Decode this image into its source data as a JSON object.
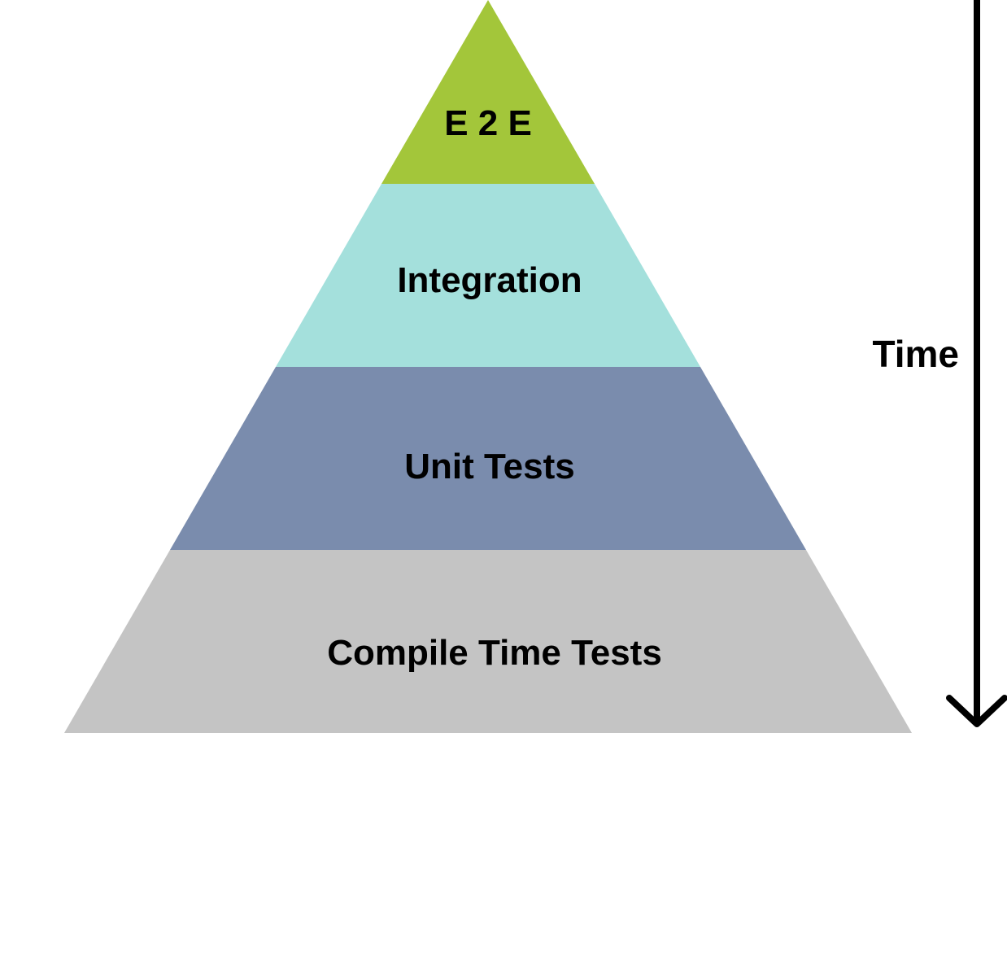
{
  "diagram": {
    "layers": [
      {
        "label": "E 2 E",
        "color": "#a3c63a"
      },
      {
        "label": "Integration",
        "color": "#a4e0dc"
      },
      {
        "label": "Unit Tests",
        "color": "#7a8cad"
      },
      {
        "label": "Compile Time Tests",
        "color": "#c4c4c4"
      }
    ],
    "axis": {
      "label": "Time",
      "direction": "down",
      "color": "#000000"
    }
  }
}
